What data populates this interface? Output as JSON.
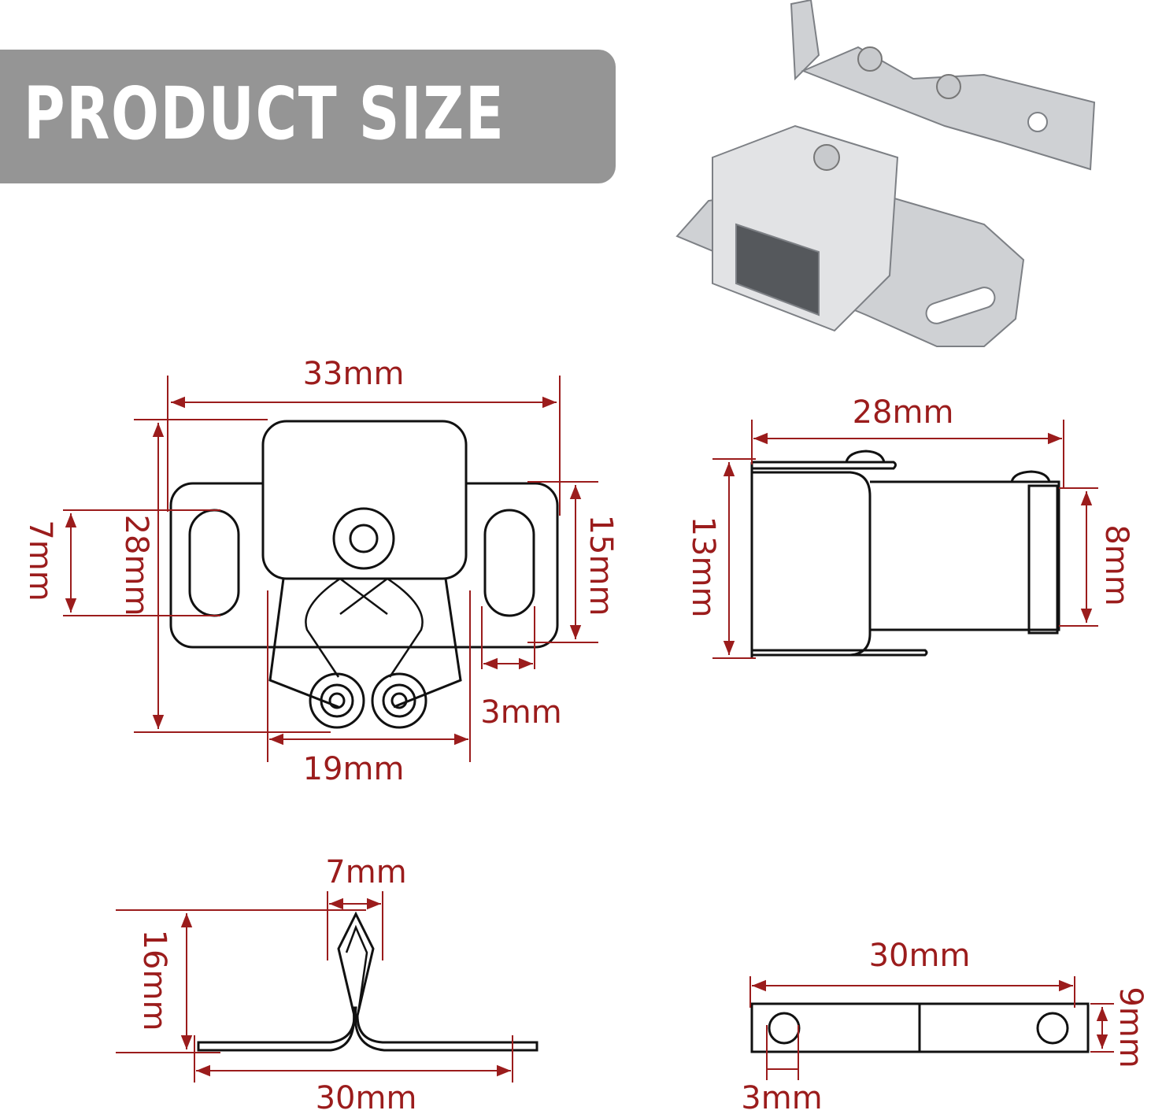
{
  "banner": {
    "title": "PRODUCT SIZE"
  },
  "colors": {
    "banner_bg": "#959595",
    "banner_text": "#ffffff",
    "dimension": "#9b1c1c",
    "outline": "#111111"
  },
  "product_photo": {
    "alt": "nickel-plated double roller cabinet catch"
  },
  "front_view": {
    "width_label": "33mm",
    "height_label": "28mm",
    "slot_label": "7mm",
    "plate_height_label": "15mm",
    "edge_label": "3mm",
    "roller_span_label": "19mm"
  },
  "side_view": {
    "length_label": "28mm",
    "height_label": "13mm",
    "end_height_label": "8mm"
  },
  "spring_view": {
    "gap_label": "7mm",
    "height_label": "16mm",
    "length_label": "30mm"
  },
  "strike_plate_view": {
    "length_label": "30mm",
    "height_label": "9mm",
    "hole_label": "3mm"
  }
}
